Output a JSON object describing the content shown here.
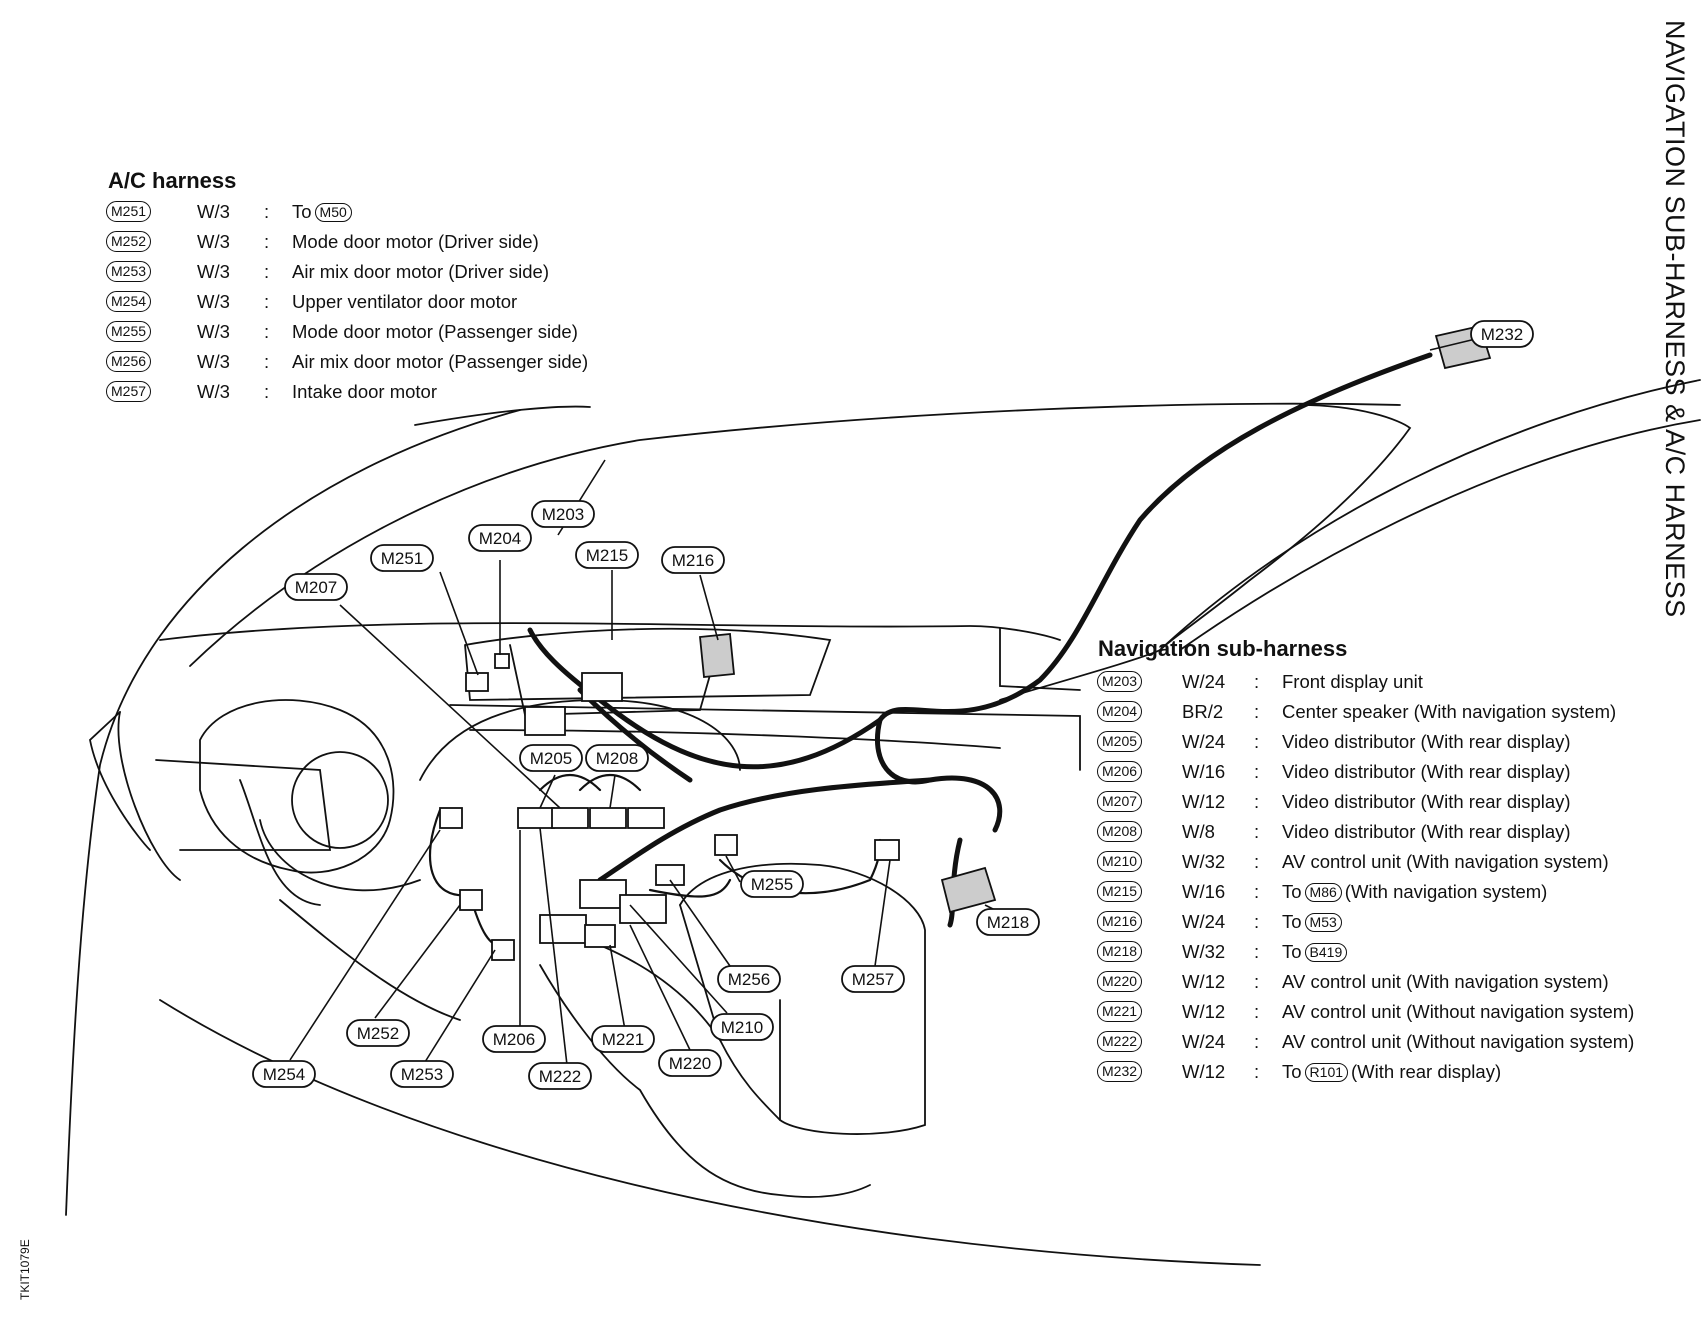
{
  "side_title": "NAVIGATION SUB-HARNESS & A/C HARNESS",
  "figure_code": "TKIT1079E",
  "ac_harness": {
    "heading": "A/C  harness",
    "rows": [
      {
        "code": "M251",
        "type": "W/3",
        "sep": ":",
        "pre": "To",
        "ref": "M50",
        "desc": ""
      },
      {
        "code": "M252",
        "type": "W/3",
        "sep": ":",
        "pre": "",
        "ref": "",
        "desc": "Mode door motor (Driver side)"
      },
      {
        "code": "M253",
        "type": "W/3",
        "sep": ":",
        "pre": "",
        "ref": "",
        "desc": "Air mix door motor (Driver side)"
      },
      {
        "code": "M254",
        "type": "W/3",
        "sep": ":",
        "pre": "",
        "ref": "",
        "desc": "Upper ventilator door motor"
      },
      {
        "code": "M255",
        "type": "W/3",
        "sep": ":",
        "pre": "",
        "ref": "",
        "desc": "Mode door motor (Passenger side)"
      },
      {
        "code": "M256",
        "type": "W/3",
        "sep": ":",
        "pre": "",
        "ref": "",
        "desc": "Air mix door motor (Passenger side)"
      },
      {
        "code": "M257",
        "type": "W/3",
        "sep": ":",
        "pre": "",
        "ref": "",
        "desc": "Intake door motor"
      }
    ]
  },
  "nav_harness": {
    "heading": "Navigation  sub-harness",
    "rows": [
      {
        "code": "M203",
        "type": "W/24",
        "sep": ":",
        "pre": "",
        "ref": "",
        "desc": "Front display unit"
      },
      {
        "code": "M204",
        "type": "BR/2",
        "sep": ":",
        "pre": "",
        "ref": "",
        "desc": "Center speaker (With navigation system)"
      },
      {
        "code": "M205",
        "type": "W/24",
        "sep": ":",
        "pre": "",
        "ref": "",
        "desc": "Video distributor (With rear display)"
      },
      {
        "code": "M206",
        "type": "W/16",
        "sep": ":",
        "pre": "",
        "ref": "",
        "desc": "Video distributor (With rear display)"
      },
      {
        "code": "M207",
        "type": "W/12",
        "sep": ":",
        "pre": "",
        "ref": "",
        "desc": "Video distributor (With rear display)"
      },
      {
        "code": "M208",
        "type": "W/8",
        "sep": ":",
        "pre": "",
        "ref": "",
        "desc": "Video distributor (With rear display)"
      },
      {
        "code": "M210",
        "type": "W/32",
        "sep": ":",
        "pre": "",
        "ref": "",
        "desc": "AV control unit (With navigation system)"
      },
      {
        "code": "M215",
        "type": "W/16",
        "sep": ":",
        "pre": "To",
        "ref": "M86",
        "desc": "(With navigation system)"
      },
      {
        "code": "M216",
        "type": "W/24",
        "sep": ":",
        "pre": "To",
        "ref": "M53",
        "desc": ""
      },
      {
        "code": "M218",
        "type": "W/32",
        "sep": ":",
        "pre": "To",
        "ref": "B419",
        "desc": ""
      },
      {
        "code": "M220",
        "type": "W/12",
        "sep": ":",
        "pre": "",
        "ref": "",
        "desc": "AV control unit (With navigation system)"
      },
      {
        "code": "M221",
        "type": "W/12",
        "sep": ":",
        "pre": "",
        "ref": "",
        "desc": "AV control unit (Without navigation system)"
      },
      {
        "code": "M222",
        "type": "W/24",
        "sep": ":",
        "pre": "",
        "ref": "",
        "desc": "AV control unit (Without navigation system)"
      },
      {
        "code": "M232",
        "type": "W/12",
        "sep": ":",
        "pre": "To",
        "ref": "R101",
        "desc": "(With rear display)"
      }
    ]
  },
  "callouts": [
    "M232",
    "M203",
    "M204",
    "M251",
    "M215",
    "M216",
    "M207",
    "M205",
    "M208",
    "M255",
    "M218",
    "M256",
    "M257",
    "M210",
    "M252",
    "M206",
    "M221",
    "M220",
    "M254",
    "M253",
    "M222"
  ]
}
